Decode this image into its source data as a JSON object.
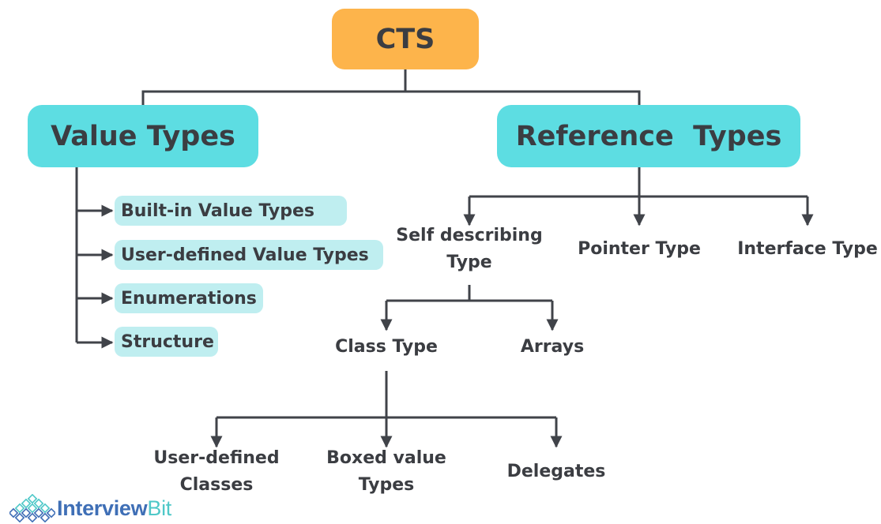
{
  "colors": {
    "root": "#fdb44b",
    "type_box": "#5ddde2",
    "pill": "#bfeef0",
    "line": "#404349",
    "text": "#3b3d42",
    "logo_blue": "#3f6fb6",
    "logo_teal": "#4fc8c8"
  },
  "root": {
    "label": "CTS"
  },
  "value_types": {
    "label": "Value Types",
    "items": [
      "Built-in Value Types",
      "User-defined Value Types",
      "Enumerations",
      "Structure"
    ]
  },
  "reference_types": {
    "label": "Reference  Types",
    "children": {
      "self_describing": {
        "line1": "Self describing",
        "line2": "Type"
      },
      "pointer": "Pointer Type",
      "interface": "Interface Type"
    }
  },
  "self_describing_children": {
    "class_type": "Class Type",
    "arrays": "Arrays"
  },
  "class_type_children": {
    "user_defined": {
      "line1": "User-defined",
      "line2": "Classes"
    },
    "boxed": {
      "line1": "Boxed value",
      "line2": "Types"
    },
    "delegates": "Delegates"
  },
  "logo": {
    "part1": "Interview",
    "part2": "Bit",
    "icon": "diamond-lattice-icon"
  }
}
